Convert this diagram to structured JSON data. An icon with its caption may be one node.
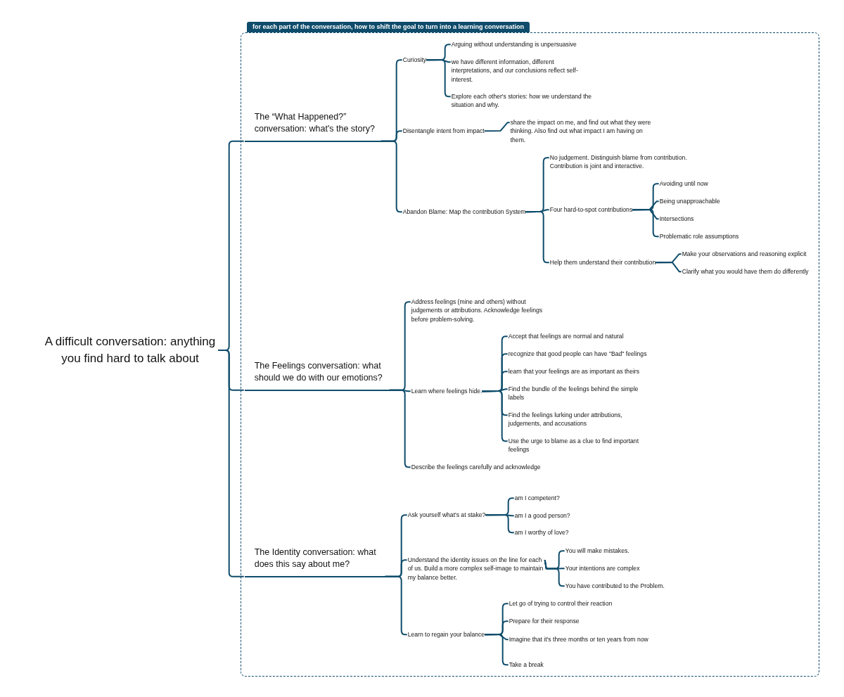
{
  "diagram": {
    "nodes": [
      {
        "text": [
          "A difficult conversation: anything you find hard to talk about"
        ]
      },
      {
        "text": [
          "for each part of the conversation, how to shift the goal to turn into a learning conversation"
        ]
      },
      {
        "text": [
          "The “What Happened?” conversation: what's the story?"
        ],
        "in": 1
      },
      {
        "text": [
          "Curiosity"
        ],
        "in": 1
      },
      {
        "text": [
          "Arguing without understanding is unpersuasive"
        ],
        "in": 1
      },
      {
        "text": [
          "we have different information, different interpretations, and our conclusions reflect self-interest."
        ],
        "in": 1
      },
      {
        "text": [
          "Explore each other's stories: how we understand the situation and why."
        ],
        "in": 1
      },
      {
        "text": [
          "Disentangle intent from impact"
        ],
        "in": 1
      },
      {
        "text": [
          "share the impact on me, and find out what they were thinking. Also find out what impact I am having on them."
        ],
        "in": 1
      },
      {
        "text": [
          "Abandon Blame: Map the contribution System"
        ],
        "in": 1
      },
      {
        "text": [
          "No judgement. Distinguish blame from contribution. Contribution is joint and interactive."
        ],
        "in": 1
      },
      {
        "text": [
          "Four hard-to-spot contributions"
        ],
        "in": 1
      },
      {
        "text": [
          "Avoiding until now"
        ],
        "in": 1
      },
      {
        "text": [
          "Being unapproachable"
        ],
        "in": 1
      },
      {
        "text": [
          "Intersections"
        ],
        "in": 1
      },
      {
        "text": [
          "Problematic role assumptions"
        ],
        "in": 1
      },
      {
        "text": [
          "Help them understand their contribution"
        ],
        "in": 1
      },
      {
        "text": [
          "Make your observations and reasoning explicit"
        ],
        "in": 1
      },
      {
        "text": [
          "Clarify what you would have them do differently"
        ],
        "in": 1
      },
      {
        "text": [
          "The Feelings conversation: what should we do with our emotions?"
        ],
        "in": 1
      },
      {
        "text": [
          "Address feelings (mine and others) without judgements or attributions. Acknowledge feelings before problem-solving."
        ],
        "in": 1
      },
      {
        "text": [
          "Learn where feelings hide."
        ],
        "in": 1
      },
      {
        "text": [
          "Accept that feelings are normal and natural"
        ],
        "in": 1
      },
      {
        "text": [
          "recognize that good people can have \"Bad\" feelings"
        ],
        "in": 1
      },
      {
        "text": [
          "learn that your feelings are as important as theirs"
        ],
        "in": 1
      },
      {
        "text": [
          "Find the bundle of the feelings behind the simple labels"
        ],
        "in": 1
      },
      {
        "text": [
          "Find the feelings lurking under attributions, judgements, and accusations"
        ],
        "in": 1
      },
      {
        "text": [
          "Use the urge to blame as a clue to find important feelings"
        ],
        "in": 1
      },
      {
        "text": [
          "Describe the feelings carefully and acknowledge"
        ],
        "in": 1
      },
      {
        "text": [
          "The Identity conversation: what does this say about me?"
        ],
        "in": 1
      },
      {
        "text": [
          "Ask yourself what's at stake?"
        ],
        "in": 1
      },
      {
        "text": [
          "am I competent?"
        ],
        "in": 1
      },
      {
        "text": [
          "am I a good person?"
        ],
        "in": 1
      },
      {
        "text": [
          "am I worthy of love?"
        ],
        "in": 1
      },
      {
        "text": [
          "Understand the identity issues on the line for each of us. Build a more complex self-image to maintain my balance better."
        ],
        "in": 1
      },
      {
        "text": [
          "You will make mistakes."
        ],
        "in": 1
      },
      {
        "text": [
          "Your intentions are complex"
        ],
        "in": 1
      },
      {
        "text": [
          "You have contributed to the Problem."
        ],
        "in": 1
      },
      {
        "text": [
          "Learn to regain your balance"
        ],
        "in": 1
      },
      {
        "text": [
          "Let go of trying to control their reaction"
        ],
        "in": 1
      },
      {
        "text": [
          "Prepare for their response"
        ],
        "in": 1
      },
      {
        "text": [
          "Imagine that it's three months or ten years from now"
        ],
        "in": 1
      },
      {
        "text": [
          "Take a break"
        ],
        "in": 1
      }
    ],
    "edges": [
      {
        "from": 0,
        "to": 2,
        "arrow": "none"
      },
      {
        "from": 0,
        "to": 19,
        "arrow": "none"
      },
      {
        "from": 0,
        "to": 29,
        "arrow": "none"
      },
      {
        "from": 2,
        "to": 3,
        "arrow": "none"
      },
      {
        "from": 2,
        "to": 7,
        "arrow": "none"
      },
      {
        "from": 2,
        "to": 9,
        "arrow": "none"
      },
      {
        "from": 3,
        "to": 4,
        "arrow": "none"
      },
      {
        "from": 3,
        "to": 5,
        "arrow": "none"
      },
      {
        "from": 3,
        "to": 6,
        "arrow": "none"
      },
      {
        "from": 7,
        "to": 8,
        "arrow": "none"
      },
      {
        "from": 9,
        "to": 10,
        "arrow": "none"
      },
      {
        "from": 9,
        "to": 11,
        "arrow": "none"
      },
      {
        "from": 9,
        "to": 16,
        "arrow": "none"
      },
      {
        "from": 11,
        "to": 12,
        "arrow": "none"
      },
      {
        "from": 11,
        "to": 13,
        "arrow": "none"
      },
      {
        "from": 11,
        "to": 14,
        "arrow": "none"
      },
      {
        "from": 11,
        "to": 15,
        "arrow": "none"
      },
      {
        "from": 16,
        "to": 17,
        "arrow": "none"
      },
      {
        "from": 16,
        "to": 18,
        "arrow": "none"
      },
      {
        "from": 19,
        "to": 20,
        "arrow": "none"
      },
      {
        "from": 19,
        "to": 21,
        "arrow": "none"
      },
      {
        "from": 19,
        "to": 28,
        "arrow": "none"
      },
      {
        "from": 21,
        "to": 22,
        "arrow": "none"
      },
      {
        "from": 21,
        "to": 23,
        "arrow": "none"
      },
      {
        "from": 21,
        "to": 24,
        "arrow": "none"
      },
      {
        "from": 21,
        "to": 25,
        "arrow": "none"
      },
      {
        "from": 21,
        "to": 26,
        "arrow": "none"
      },
      {
        "from": 21,
        "to": 27,
        "arrow": "none"
      },
      {
        "from": 29,
        "to": 30,
        "arrow": "none"
      },
      {
        "from": 29,
        "to": 34,
        "arrow": "none"
      },
      {
        "from": 29,
        "to": 38,
        "arrow": "none"
      },
      {
        "from": 30,
        "to": 31,
        "arrow": "none"
      },
      {
        "from": 30,
        "to": 32,
        "arrow": "none"
      },
      {
        "from": 30,
        "to": 33,
        "arrow": "none"
      },
      {
        "from": 34,
        "to": 35,
        "arrow": "none"
      },
      {
        "from": 34,
        "to": 36,
        "arrow": "none"
      },
      {
        "from": 34,
        "to": 37,
        "arrow": "none"
      },
      {
        "from": 38,
        "to": 39,
        "arrow": "none"
      },
      {
        "from": 38,
        "to": 40,
        "arrow": "none"
      },
      {
        "from": 38,
        "to": 41,
        "arrow": "none"
      },
      {
        "from": 38,
        "to": 42,
        "arrow": "none"
      }
    ]
  }
}
